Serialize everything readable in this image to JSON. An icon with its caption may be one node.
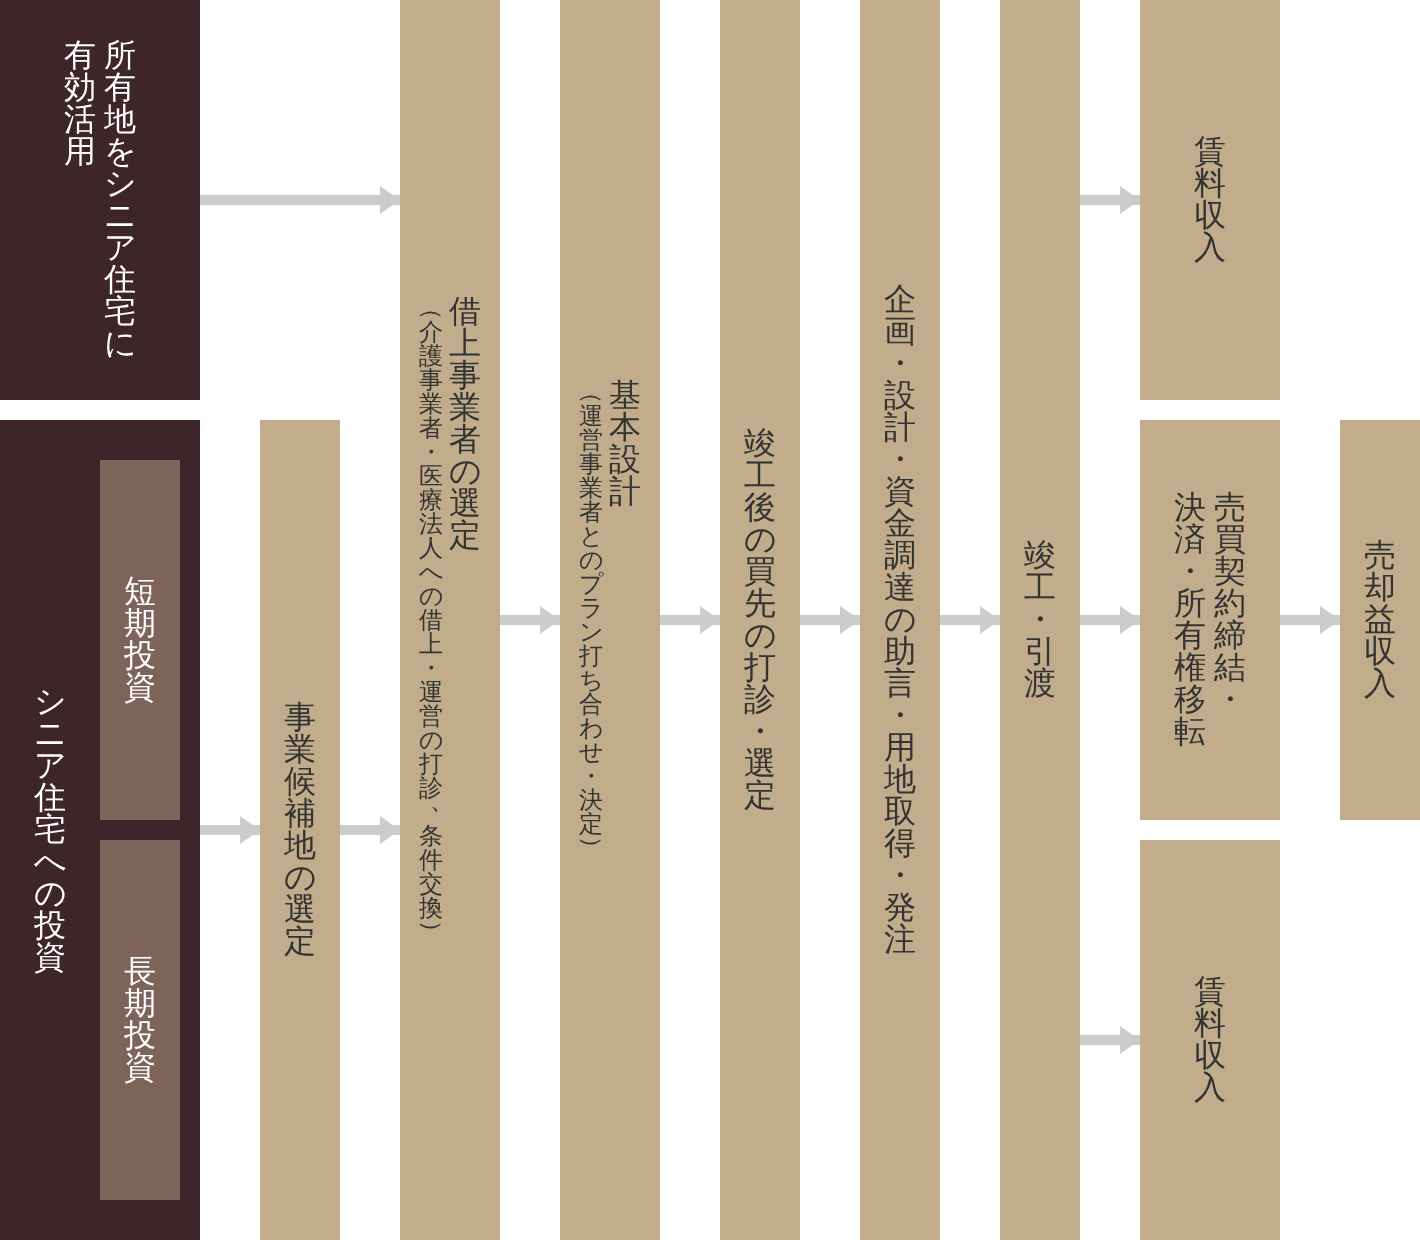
{
  "diagram": {
    "nodes": [
      {
        "text": [
          "所有地をシニア住宅に有効活用"
        ]
      },
      {
        "text": [
          "シニア住宅への投資"
        ]
      },
      {
        "text": [
          "短期投資"
        ],
        "in": 1
      },
      {
        "text": [
          "長期投資"
        ],
        "in": 1
      },
      {
        "text": [
          "事業候補地の選定"
        ]
      },
      {
        "text": [
          "借上事業者の選定",
          "（介護事業者・医療法人への借上・運営の打診、条件交換）"
        ]
      },
      {
        "text": [
          "基本設計",
          "（運営事業者とのプラン打ち合わせ・決定）"
        ]
      },
      {
        "text": [
          "竣工後の買先の打診・選定"
        ]
      },
      {
        "text": [
          "企画・設計・資金調達の助言・用地取得・発注"
        ]
      },
      {
        "text": [
          "竣工・引渡"
        ]
      },
      {
        "text": [
          "賃料収入"
        ]
      },
      {
        "text": [
          "売買契約締結・決済・所有権移転"
        ]
      },
      {
        "text": [
          "売却益収入"
        ]
      },
      {
        "text": [
          "賃料収入"
        ]
      }
    ],
    "edges": [
      {
        "from": 0,
        "to": 5,
        "arrow": "to"
      },
      {
        "from": 1,
        "to": 4,
        "arrow": "to"
      },
      {
        "from": 4,
        "to": 5,
        "arrow": "to"
      },
      {
        "from": 5,
        "to": 6,
        "arrow": "to"
      },
      {
        "from": 6,
        "to": 7,
        "arrow": "to"
      },
      {
        "from": 7,
        "to": 8,
        "arrow": "to"
      },
      {
        "from": 8,
        "to": 9,
        "arrow": "to"
      },
      {
        "from": 9,
        "to": 10,
        "arrow": "to"
      },
      {
        "from": 9,
        "to": 11,
        "arrow": "to"
      },
      {
        "from": 11,
        "to": 12,
        "arrow": "to"
      },
      {
        "from": 9,
        "to": 13,
        "arrow": "to"
      }
    ]
  }
}
